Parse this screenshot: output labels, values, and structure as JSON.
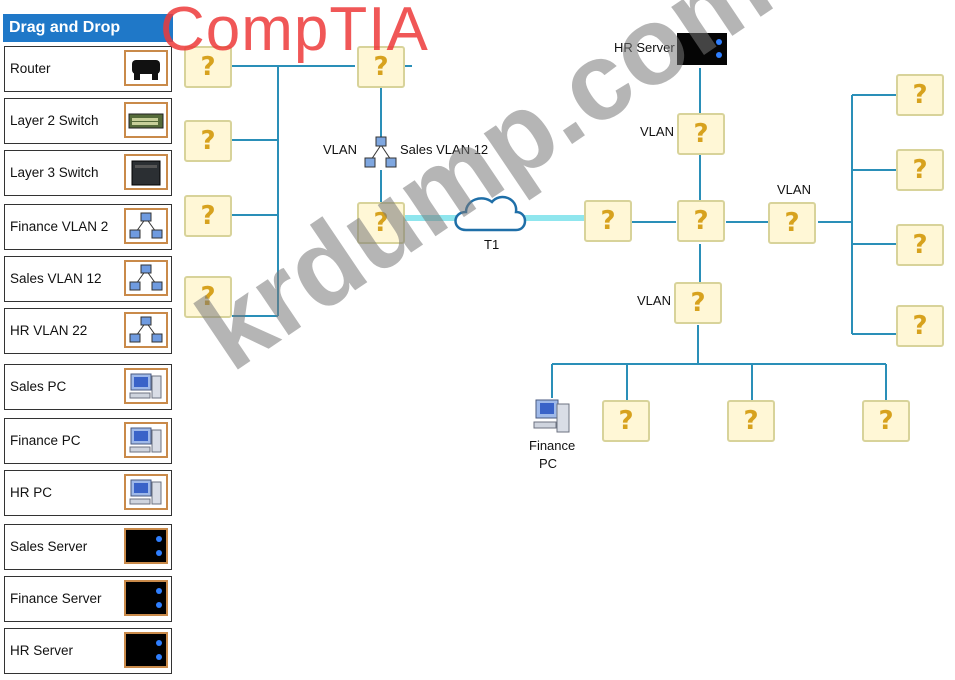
{
  "palette": {
    "title": "Drag and Drop",
    "items": [
      {
        "label": "Router",
        "icon": "router-icon"
      },
      {
        "label": "Layer 2 Switch",
        "icon": "layer2-switch-icon"
      },
      {
        "label": "Layer 3 Switch",
        "icon": "layer3-switch-icon"
      },
      {
        "label": "Finance VLAN 2",
        "icon": "vlan-network-icon"
      },
      {
        "label": "Sales VLAN 12",
        "icon": "vlan-network-icon"
      },
      {
        "label": "HR VLAN 22",
        "icon": "vlan-network-icon"
      },
      {
        "label": "Sales PC",
        "icon": "pc-icon"
      },
      {
        "label": "Finance PC",
        "icon": "pc-icon"
      },
      {
        "label": "HR PC",
        "icon": "pc-icon"
      },
      {
        "label": "Sales Server",
        "icon": "server-icon"
      },
      {
        "label": "Finance Server",
        "icon": "server-icon"
      },
      {
        "label": "HR Server",
        "icon": "server-icon"
      }
    ]
  },
  "diagram": {
    "slot_mark": "?",
    "labels": {
      "vlan_left": "VLAN",
      "sales_vlan": "Sales VLAN 12",
      "t1": "T1",
      "hr_server": "HR Server",
      "vlan_hr": "VLAN",
      "vlan_right": "VLAN",
      "vlan_bottom": "VLAN",
      "finance_pc_line1": "Finance",
      "finance_pc_line2": "PC"
    }
  },
  "watermarks": {
    "logo": "CompTIA",
    "site": "krdump.com"
  }
}
